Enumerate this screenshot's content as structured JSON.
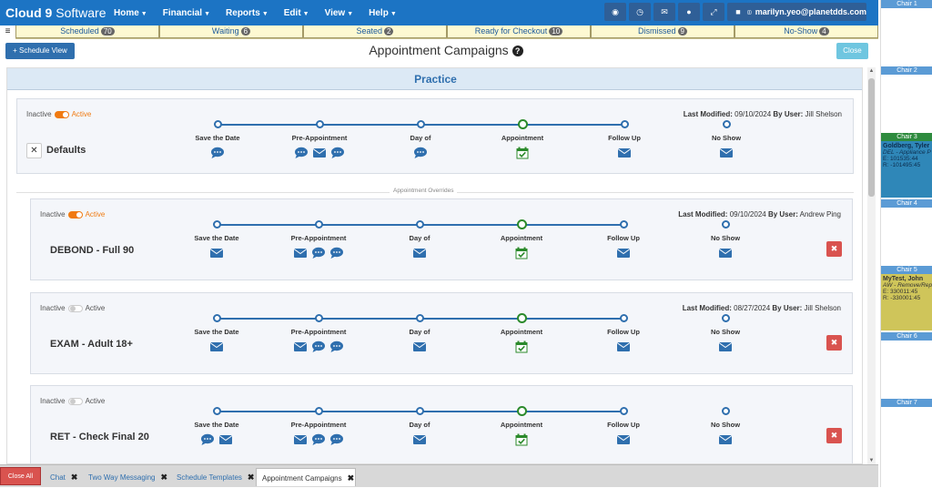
{
  "app": {
    "brand_bold": "Cloud 9",
    "brand_light": " Software"
  },
  "menu": [
    "Home",
    "Financial",
    "Reports",
    "Edit",
    "View",
    "Help"
  ],
  "nav_icons": [
    "eye-slash-icon",
    "clock-icon",
    "mail-icon",
    "chat-icon",
    "expand-icon",
    "lock-icon"
  ],
  "user": {
    "email": "marilyn.yeo@planetdds.com"
  },
  "status_tabs": [
    {
      "label": "Scheduled",
      "count": "70"
    },
    {
      "label": "Waiting",
      "count": "6"
    },
    {
      "label": "Seated",
      "count": "2"
    },
    {
      "label": "Ready for Checkout",
      "count": "10"
    },
    {
      "label": "Dismissed",
      "count": "9"
    },
    {
      "label": "No-Show",
      "count": "4"
    }
  ],
  "header": {
    "schedule_view": "+ Schedule View",
    "title": "Appointment Campaigns",
    "help": "?",
    "close": "Close"
  },
  "practice_label": "Practice",
  "override_label": "Appointment Overrides",
  "stages": [
    "Save the Date",
    "Pre-Appointment",
    "Day of",
    "Appointment",
    "Follow Up",
    "No Show"
  ],
  "labels": {
    "inactive": "Inactive",
    "active": "Active",
    "last_modified": "Last Modified:",
    "by_user": "By User:"
  },
  "defaults_card": {
    "name": "Defaults",
    "active": true,
    "modified": "09/10/2024",
    "user": "Jill Shelson",
    "icons": [
      [
        "chat"
      ],
      [
        "chat",
        "mail",
        "chat"
      ],
      [
        "chat"
      ],
      [
        "check"
      ],
      [
        "mail"
      ],
      [
        "mail"
      ]
    ]
  },
  "campaigns": [
    {
      "name": "DEBOND - Full 90",
      "active": true,
      "modified": "09/10/2024",
      "user": "Andrew Ping",
      "icons": [
        [
          "mail"
        ],
        [
          "mail",
          "chat",
          "chat"
        ],
        [
          "mail"
        ],
        [
          "check"
        ],
        [
          "mail"
        ],
        [
          "mail"
        ]
      ]
    },
    {
      "name": "EXAM - Adult 18+",
      "active": false,
      "modified": "08/27/2024",
      "user": "Jill Shelson",
      "icons": [
        [
          "mail"
        ],
        [
          "mail",
          "chat",
          "chat"
        ],
        [
          "mail"
        ],
        [
          "check"
        ],
        [
          "mail"
        ],
        [
          "mail"
        ]
      ]
    },
    {
      "name": "RET - Check Final 20",
      "active": false,
      "modified": "",
      "user": "",
      "icons": [
        [
          "chat",
          "mail"
        ],
        [
          "mail",
          "chat",
          "chat"
        ],
        [
          "mail"
        ],
        [
          "check"
        ],
        [
          "mail"
        ],
        [
          "mail"
        ]
      ]
    }
  ],
  "chairs": [
    {
      "label": "Chair 1",
      "highlight": false
    },
    {
      "label": "Chair 2",
      "highlight": false
    },
    {
      "label": "Chair 3",
      "highlight": true
    },
    {
      "label": "Chair 4",
      "highlight": false
    },
    {
      "label": "Chair 5",
      "highlight": false
    },
    {
      "label": "Chair 6",
      "highlight": false
    },
    {
      "label": "Chair 7",
      "highlight": false
    }
  ],
  "chair_appointments": [
    {
      "patient": "Goldberg, Tyler",
      "type": "DEL - Appliance P",
      "e": "E: 101535:44",
      "r": "R: -101495:45",
      "color": "#2f87b8"
    },
    {
      "patient": "MyTest, John",
      "type": "AW - Remove/Rep",
      "e": "E: 330011:45",
      "r": "R: -330001:45",
      "color": "#cfc55a"
    }
  ],
  "bottom_tabs": [
    {
      "label": "Chat",
      "active": false
    },
    {
      "label": "Two Way Messaging",
      "active": false
    },
    {
      "label": "Schedule Templates",
      "active": false
    },
    {
      "label": "Appointment Campaigns",
      "active": true
    }
  ],
  "close_all": "Close All"
}
